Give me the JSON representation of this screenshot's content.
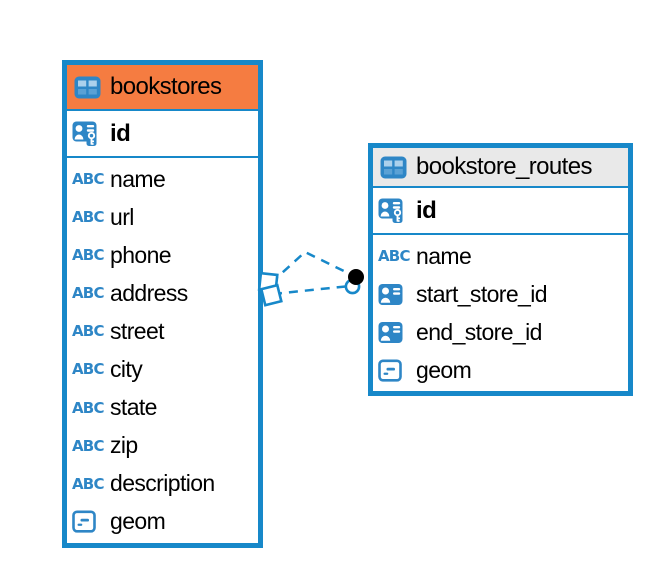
{
  "diagram": {
    "type": "entity-relationship-diagram",
    "background": "#ffffff"
  },
  "colors": {
    "table_border": "#1788c9",
    "bookstores_header_bg": "#f57c41",
    "bookstore_routes_header_bg": "#e9e9e9",
    "icon_blue": "#2e86c6",
    "relation_line": "#1788c9",
    "relation_endpoint_dot": "#000000",
    "text": "#000000"
  },
  "icons": {
    "text_icon_label": "ABC",
    "legend": {
      "table-icon": "grid table glyph",
      "primary-key-icon": "contact card with key",
      "foreign-key-icon": "contact card",
      "text-icon": "ABC letters",
      "geometry-icon": "outlined square with dash"
    }
  },
  "tables": [
    {
      "name": "bookstores",
      "header_icon": "table-icon",
      "header_color": "#f57c41",
      "primary_key": {
        "name": "id",
        "icon": "primary-key-icon"
      },
      "fields": [
        {
          "name": "name",
          "type_icon": "text-icon"
        },
        {
          "name": "url",
          "type_icon": "text-icon"
        },
        {
          "name": "phone",
          "type_icon": "text-icon"
        },
        {
          "name": "address",
          "type_icon": "text-icon"
        },
        {
          "name": "street",
          "type_icon": "text-icon"
        },
        {
          "name": "city",
          "type_icon": "text-icon"
        },
        {
          "name": "state",
          "type_icon": "text-icon"
        },
        {
          "name": "zip",
          "type_icon": "text-icon"
        },
        {
          "name": "description",
          "type_icon": "text-icon"
        },
        {
          "name": "geom",
          "type_icon": "geometry-icon"
        }
      ]
    },
    {
      "name": "bookstore_routes",
      "header_icon": "table-icon",
      "header_color": "#e9e9e9",
      "primary_key": {
        "name": "id",
        "icon": "primary-key-icon"
      },
      "fields": [
        {
          "name": "name",
          "type_icon": "text-icon"
        },
        {
          "name": "start_store_id",
          "type_icon": "foreign-key-icon"
        },
        {
          "name": "end_store_id",
          "type_icon": "foreign-key-icon"
        },
        {
          "name": "geom",
          "type_icon": "geometry-icon"
        }
      ]
    }
  ],
  "relationships": [
    {
      "from_table": "bookstore_routes",
      "to_table": "bookstores",
      "line_style": "dashed",
      "from_marker": "filled-circle",
      "to_marker": "white-square"
    },
    {
      "from_table": "bookstore_routes",
      "to_table": "bookstores",
      "line_style": "dashed",
      "from_marker": "outlined-circle",
      "to_marker": "white-square"
    }
  ]
}
